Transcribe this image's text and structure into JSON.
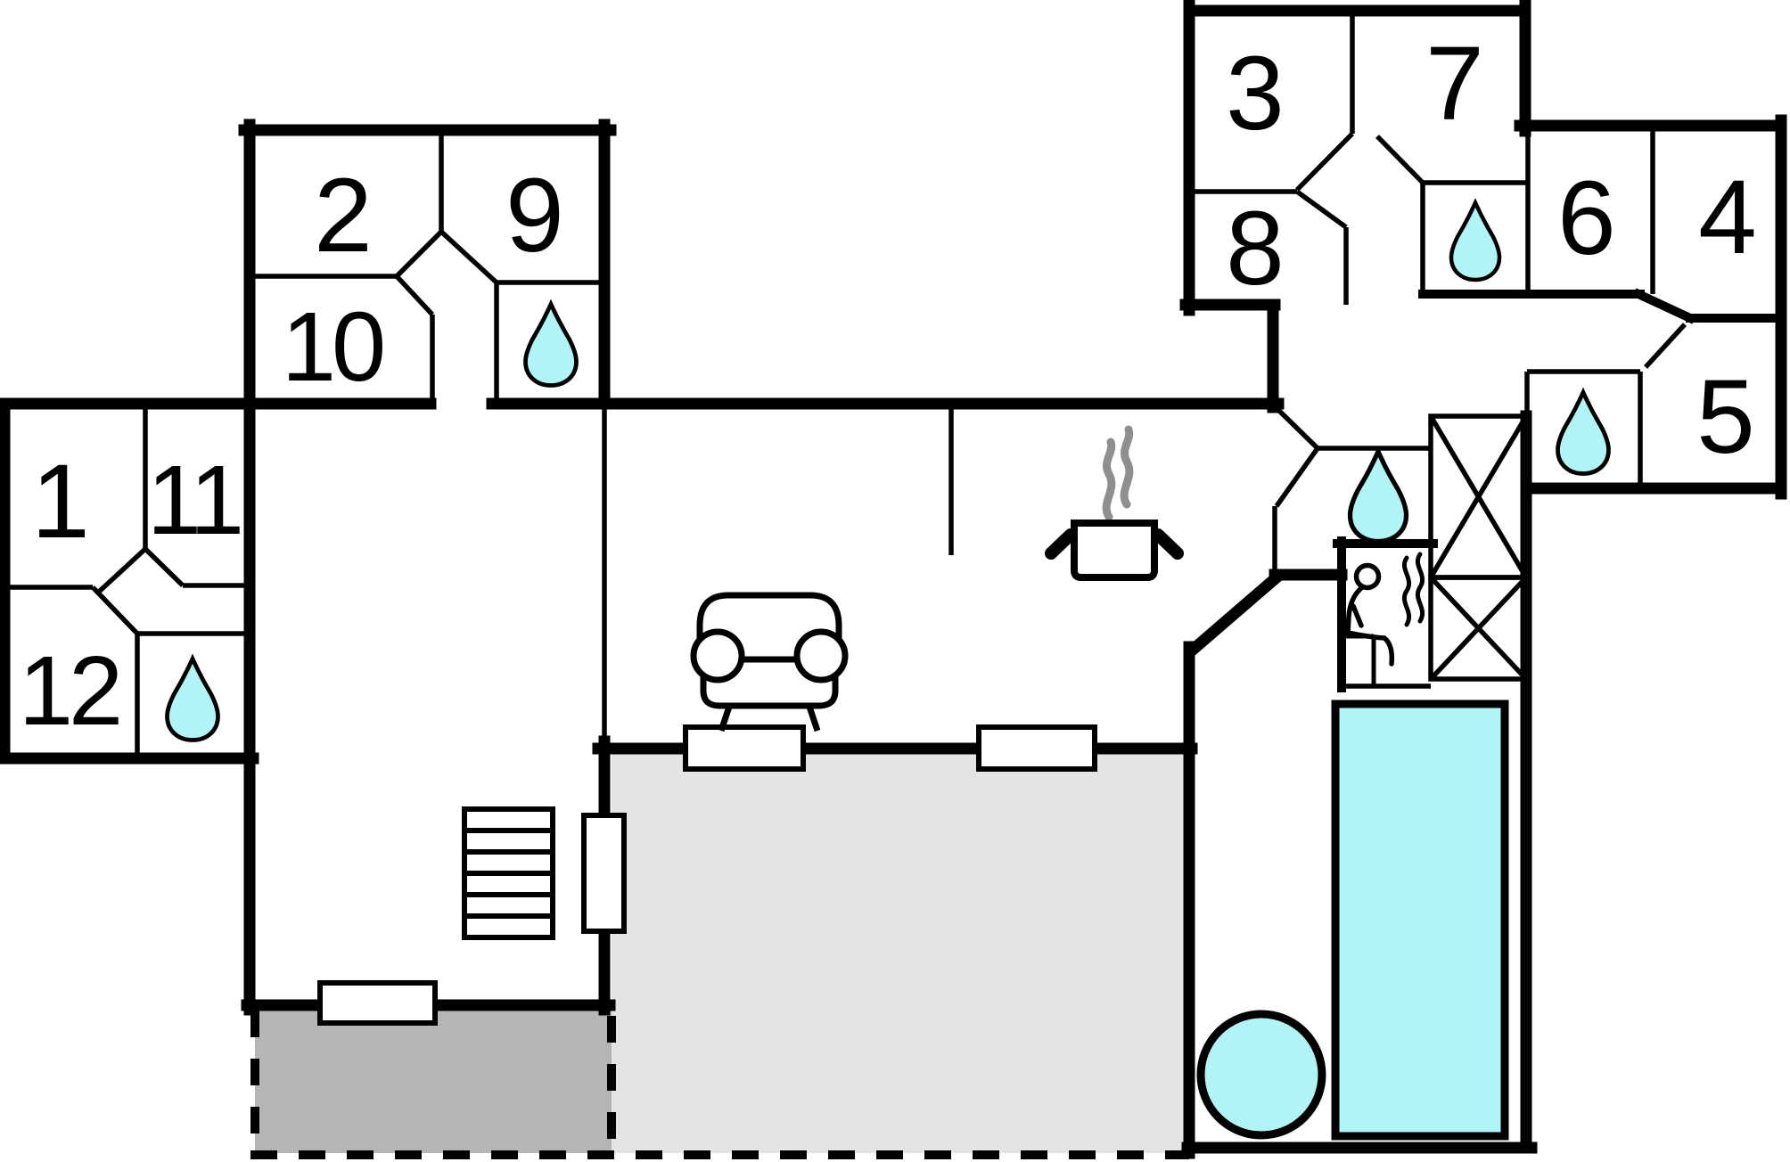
{
  "title": "holiday-home-floor-plan",
  "colors": {
    "water": "#b2f4f6",
    "terrace_dark": "#b5b5b5",
    "terrace_light": "#e4e4e4",
    "wall": "#000000",
    "steam_gray": "#8f8f8f",
    "floor": "#ffffff"
  },
  "rooms": [
    {
      "label": "1"
    },
    {
      "label": "2"
    },
    {
      "label": "3"
    },
    {
      "label": "4"
    },
    {
      "label": "5"
    },
    {
      "label": "6"
    },
    {
      "label": "7"
    },
    {
      "label": "8"
    },
    {
      "label": "9"
    },
    {
      "label": "10"
    },
    {
      "label": "11"
    },
    {
      "label": "12"
    }
  ],
  "icons": {
    "water_drop_icon_count": 5,
    "sauna_person_icon_count": 1,
    "sofa_icon_count": 1,
    "cooking_pot_icon_count": 1,
    "stairs_icon_count": 1,
    "pool_count": 1,
    "hot_tub_count": 1,
    "wardrobe_x_box_count": 2,
    "window_count": 3,
    "door_count": 1
  }
}
